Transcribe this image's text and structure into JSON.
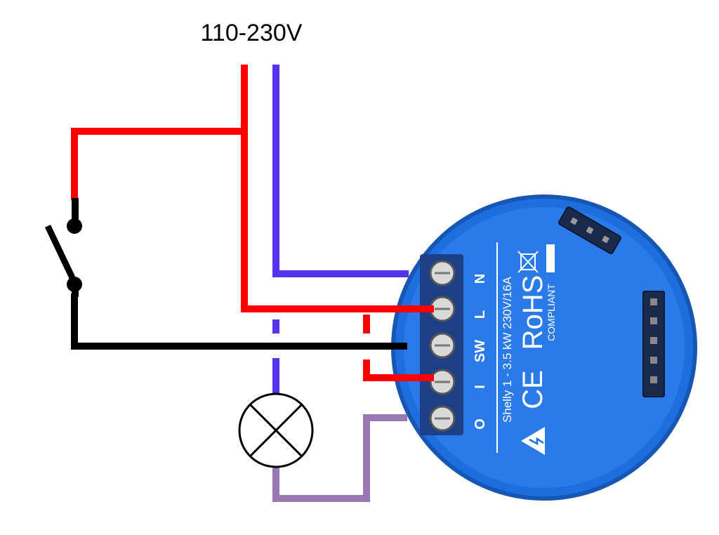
{
  "supply": {
    "voltage_label": "110-230V"
  },
  "colors": {
    "live": "#ff0000",
    "neutral": "#5533ee",
    "switch_wire": "#000000",
    "output_wire": "#9977b3",
    "device_blue": "#1f6ee0",
    "device_edge": "#1656b5",
    "terminal_block": "#1d3f86",
    "label_text": "#ffffff"
  },
  "device": {
    "terminal_labels": [
      "N",
      "L",
      "SW",
      "I",
      "O"
    ],
    "model_text": "Shelly 1 - 3.5 kW 230V/16A",
    "rohs_text": "RoHS",
    "compliant_text": "COMPLIANT",
    "ce_mark": "CE",
    "warning_icon": "high-voltage-warning-icon",
    "disposal_icon": "crossed-out-bin-icon"
  },
  "components": {
    "switch": "switch-icon",
    "lamp": "lamp-icon"
  }
}
